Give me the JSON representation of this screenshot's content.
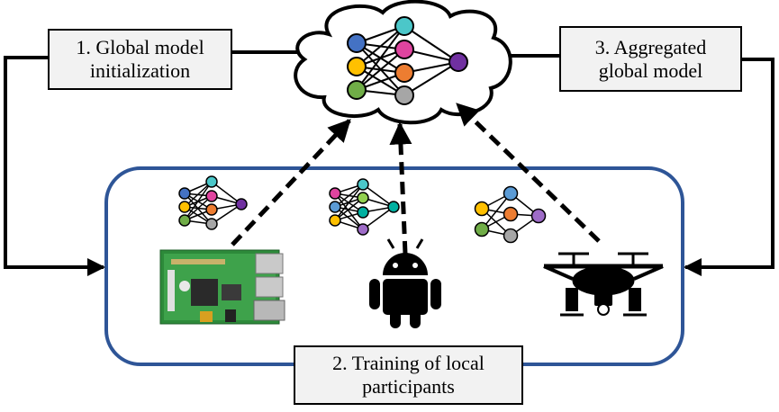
{
  "steps": {
    "step1": {
      "line1": "1. Global model",
      "line2": "initialization"
    },
    "step2": {
      "line1": "2. Training of local",
      "line2": "participants"
    },
    "step3": {
      "line1": "3. Aggregated",
      "line2": "global model"
    }
  },
  "icons": {
    "server": "cloud-icon",
    "global_model": "neural-network-icon",
    "device1": "raspberry-pi-board-icon",
    "device2": "android-robot-icon",
    "device3": "drone-icon"
  },
  "colors": {
    "container_border": "#2e5597",
    "node_blue": "#4472c4",
    "node_pink": "#e0449f",
    "node_yellow": "#ffc000",
    "node_green": "#70ad47",
    "node_cyan": "#4bc7c9",
    "node_orange": "#ed7d31",
    "node_gray": "#a6a6a6",
    "node_purple": "#7030a0",
    "node_light_blue": "#5b9bd5",
    "node_light_green": "#92d050",
    "node_teal": "#00b0a0",
    "node_violet": "#9e6cc7"
  }
}
